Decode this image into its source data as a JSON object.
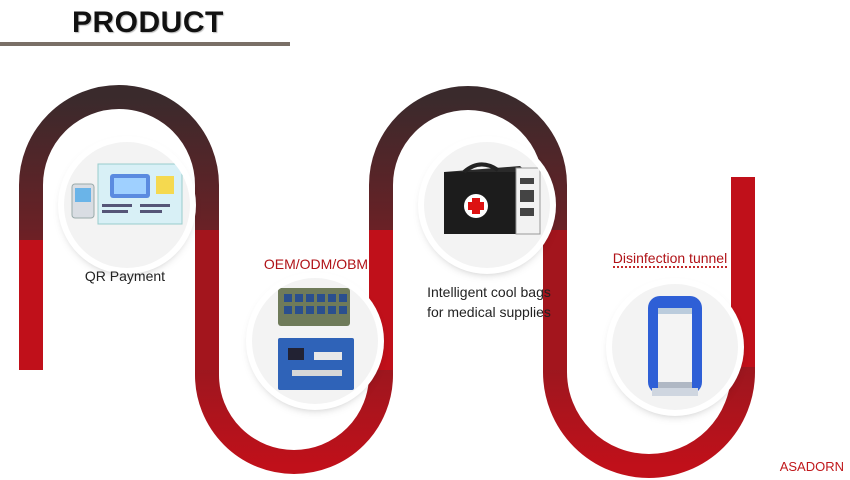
{
  "page": {
    "title": "PRODUCT",
    "brand": "ASADORN"
  },
  "products": [
    {
      "label": "QR Payment",
      "icon": "qr-payment-kiosk-and-card-image"
    },
    {
      "label": "OEM/ODM/OBM",
      "icon": "circuit-board-image"
    },
    {
      "label_line1": "Intelligent cool bags",
      "label_line2": "for medical supplies",
      "icon": "medical-cool-bag-image"
    },
    {
      "label": "Disinfection tunnel",
      "icon": "disinfection-tunnel-image"
    }
  ],
  "colors": {
    "wave_red": "#c0101a",
    "wave_dark": "#3a2a2c",
    "title_rule": "#7a6f67",
    "accent_red": "#b01217"
  }
}
